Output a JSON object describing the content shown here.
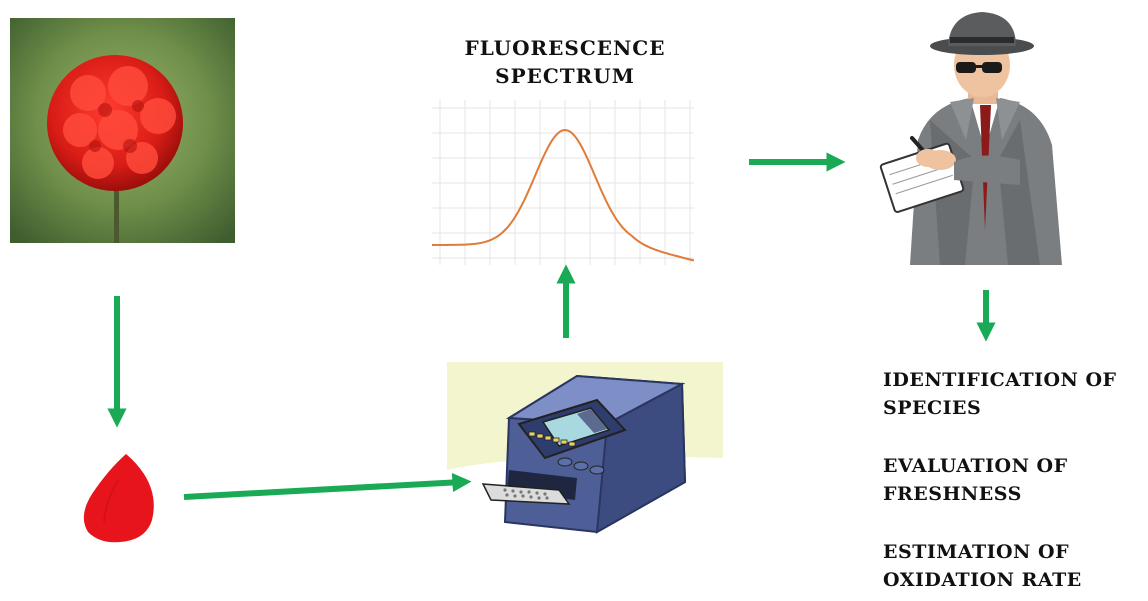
{
  "spectrum": {
    "title_line1": "FLUORESCENCE",
    "title_line2": "SPECTRUM",
    "line_color": "#e07b39"
  },
  "outcomes": [
    {
      "line1": "IDENTIFICATION OF",
      "line2": "SPECIES"
    },
    {
      "line1": "EVALUATION OF",
      "line2": "FRESHNESS"
    },
    {
      "line1": "ESTIMATION OF",
      "line2": "OXIDATION RATE"
    }
  ],
  "icons": {
    "flower": "red-flower-photo-icon",
    "petal": "red-petal-icon",
    "instrument": "spectrofluorometer-icon",
    "analyst": "detective-icon"
  },
  "colors": {
    "arrow": "#1aaa55",
    "petal": "#e8141b",
    "flower": "#e0241f"
  }
}
